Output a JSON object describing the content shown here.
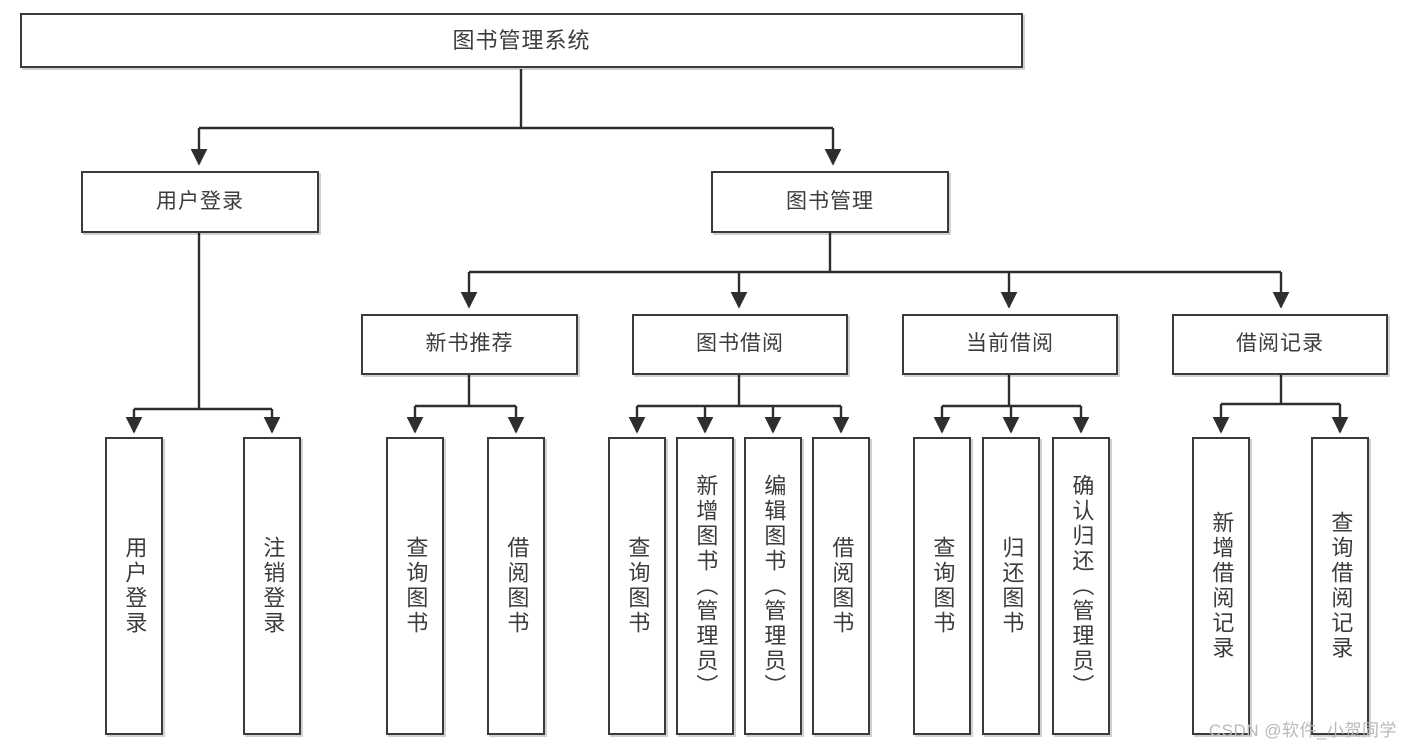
{
  "diagram": {
    "title": "图书管理系统",
    "type": "hierarchy-tree",
    "watermark": "CSDN @软件_小贺同学",
    "colors": {
      "box_border": "#3a3a3a",
      "box_fill": "#ffffff",
      "text": "#3c3c3c",
      "connector": "#2e2e2e",
      "watermark": "#b9b9b9"
    },
    "nodes": {
      "root": {
        "label": "图书管理系统"
      },
      "level2": [
        {
          "label": "用户登录"
        },
        {
          "label": "图书管理"
        }
      ],
      "level3": [
        {
          "label": "新书推荐"
        },
        {
          "label": "图书借阅"
        },
        {
          "label": "当前借阅"
        },
        {
          "label": "借阅记录"
        }
      ],
      "leaves": {
        "user_login": [
          {
            "label": "用户登录"
          },
          {
            "label": "注销登录"
          }
        ],
        "new_book_recommend": [
          {
            "label": "查询图书"
          },
          {
            "label": "借阅图书"
          }
        ],
        "book_borrow": [
          {
            "label": "查询图书"
          },
          {
            "label": "新增图书（管理员）"
          },
          {
            "label": "编辑图书（管理员）"
          },
          {
            "label": "借阅图书"
          }
        ],
        "current_borrow": [
          {
            "label": "查询图书"
          },
          {
            "label": "归还图书"
          },
          {
            "label": "确认归还（管理员）"
          }
        ],
        "borrow_record": [
          {
            "label": "新增借阅记录"
          },
          {
            "label": "查询借阅记录"
          }
        ]
      }
    }
  }
}
